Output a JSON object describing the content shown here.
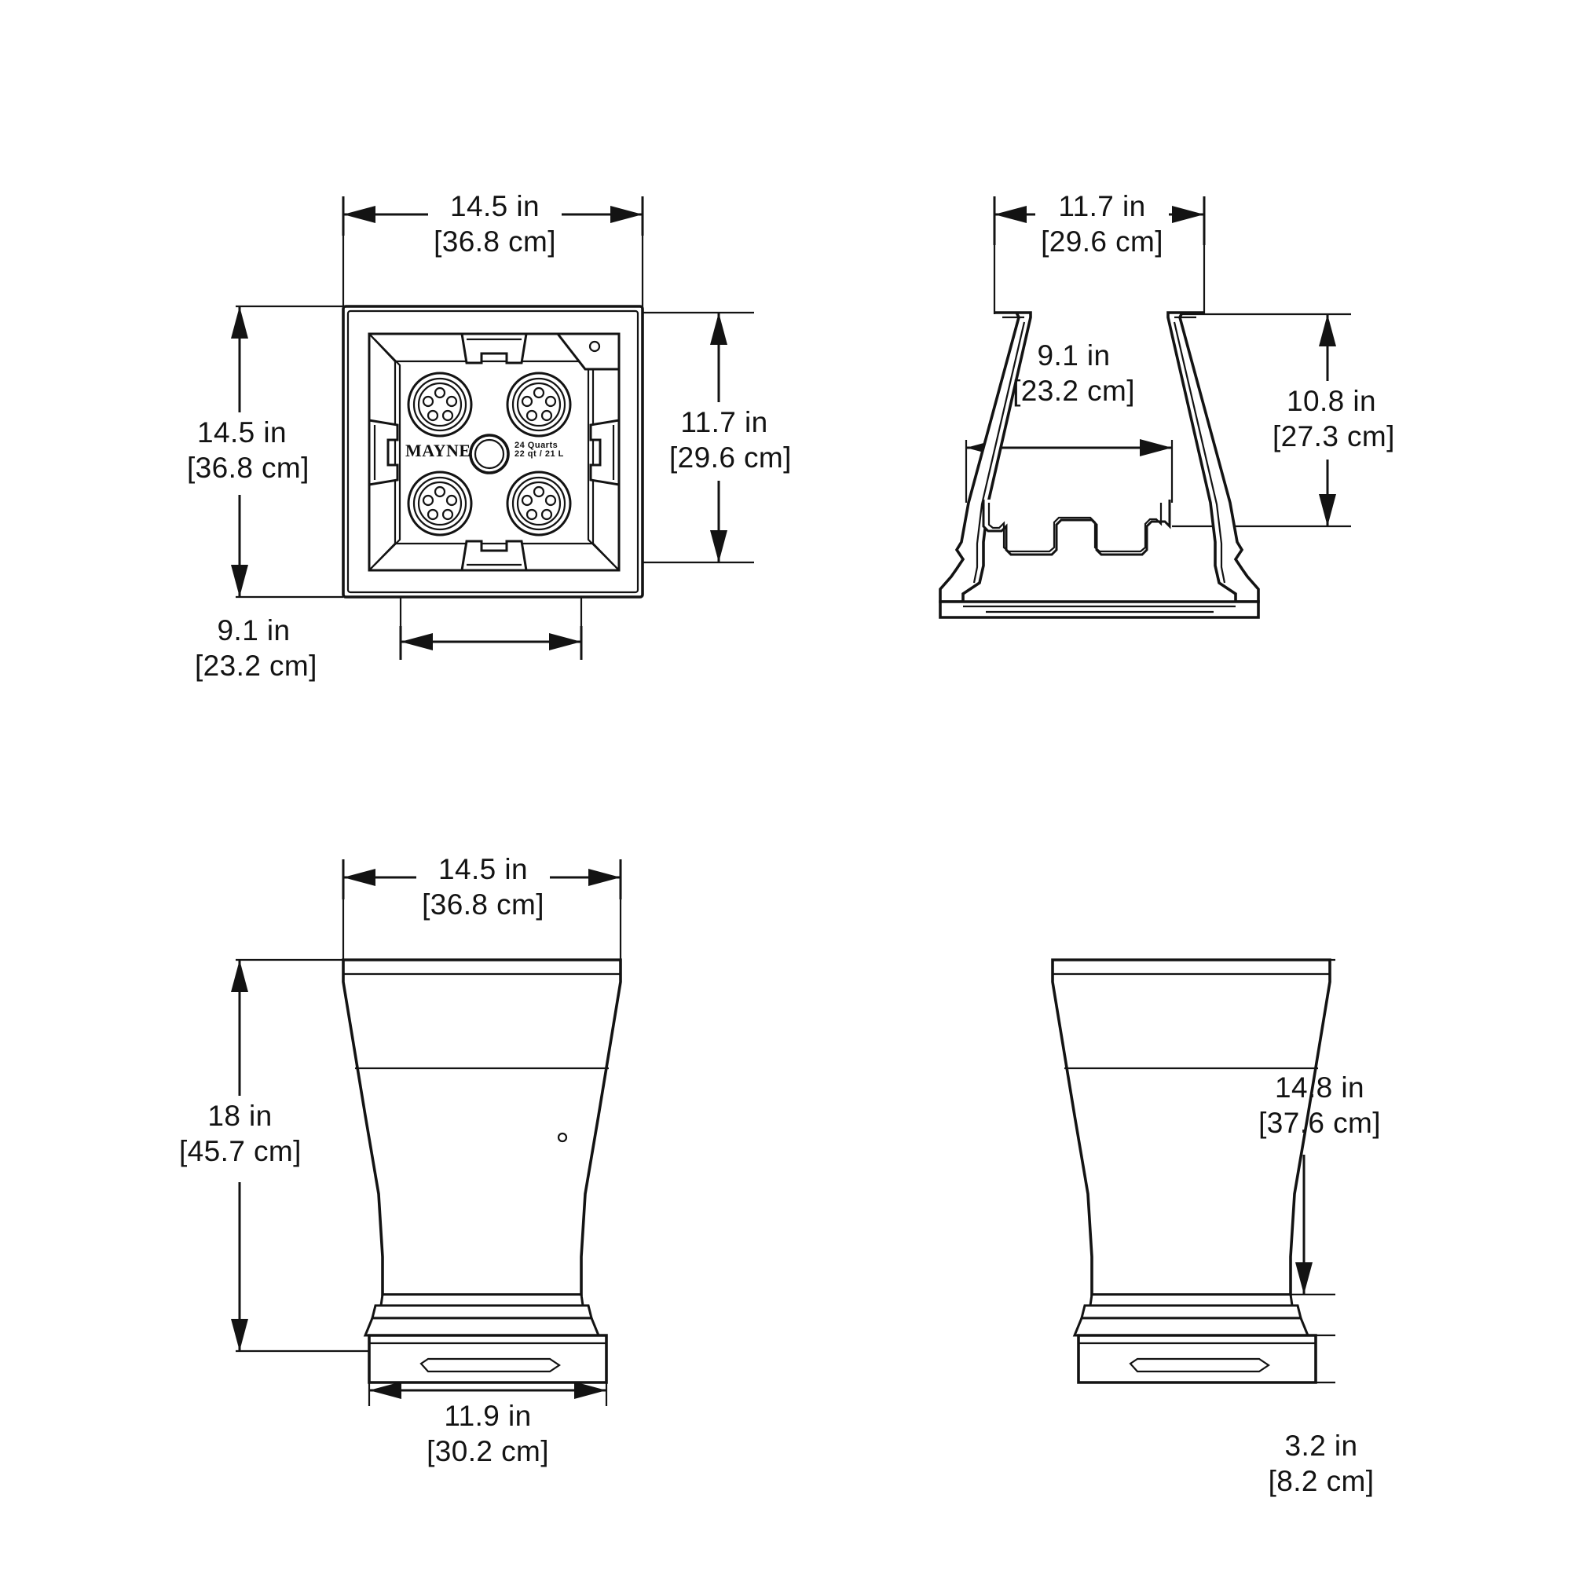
{
  "document": {
    "kind": "technical-dimension-drawing",
    "brand": "MAYNE",
    "product": "square tapered planter",
    "background_color": "#ffffff",
    "line_color": "#131313",
    "views": [
      {
        "id": "top",
        "name": "Top View",
        "position": "top-left"
      },
      {
        "id": "section",
        "name": "Cross Section View",
        "position": "top-right"
      },
      {
        "id": "front",
        "name": "Front Elevation View",
        "position": "bottom-left"
      },
      {
        "id": "side",
        "name": "Side Elevation View",
        "position": "bottom-right"
      }
    ]
  },
  "top_view": {
    "logo_text": "MAYNE",
    "capacity_text": "24 Quarts\n22 qt / 21 L",
    "width_dim": {
      "inches": "14.5 in",
      "metric": "[36.8 cm]"
    },
    "height_dim": {
      "inches": "14.5 in",
      "metric": "[36.8 cm]"
    },
    "inner_height_dim": {
      "inches": "11.7 in",
      "metric": "[29.6 cm]"
    },
    "inner_width_dim": {
      "inches": "9.1 in",
      "metric": "[23.2 cm]"
    },
    "drain_hole_count": 4
  },
  "section_view": {
    "top_opening_dim": {
      "inches": "11.7 in",
      "metric": "[29.6 cm]"
    },
    "inner_base_dim": {
      "inches": "9.1 in",
      "metric": "[23.2 cm]"
    },
    "inner_depth_dim": {
      "inches": "10.8 in",
      "metric": "[27.3 cm]"
    }
  },
  "front_view": {
    "top_width_dim": {
      "inches": "14.5 in",
      "metric": "[36.8 cm]"
    },
    "overall_height_dim": {
      "inches": "18 in",
      "metric": "[45.7 cm]"
    },
    "base_width_dim": {
      "inches": "11.9 in",
      "metric": "[30.2 cm]"
    }
  },
  "side_view": {
    "body_height_dim": {
      "inches": "14.8 in",
      "metric": "[37.6 cm]"
    },
    "base_height_dim": {
      "inches": "3.2 in",
      "metric": "[8.2 cm]"
    }
  }
}
